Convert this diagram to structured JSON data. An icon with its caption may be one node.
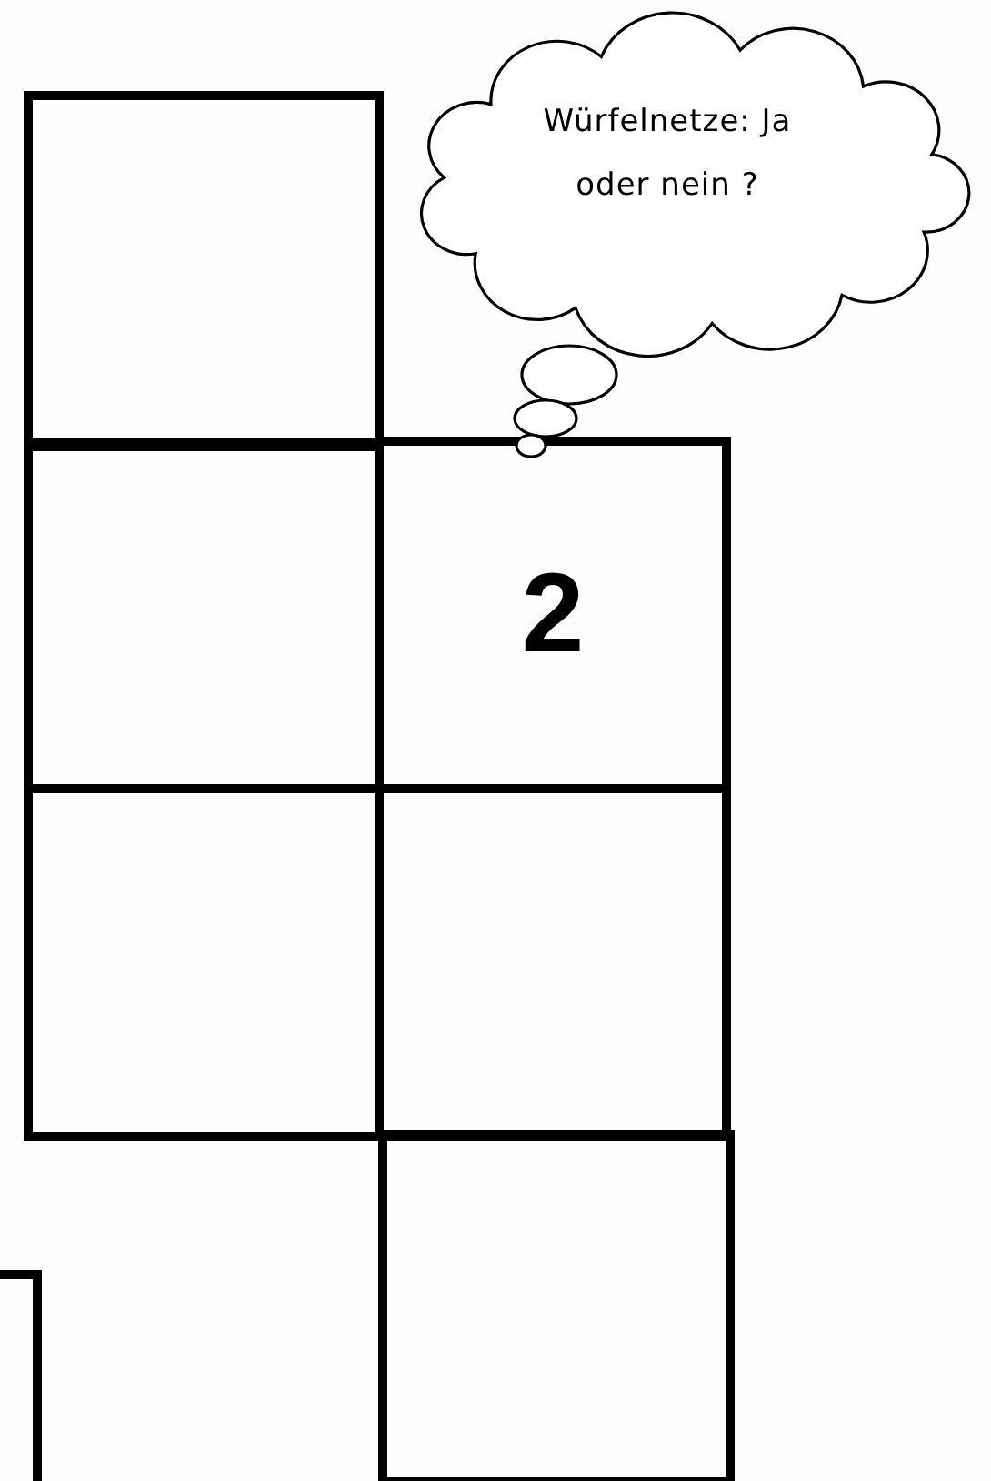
{
  "diagram": {
    "nodes": [
      {
        "text": [
          "Würfelnetze: Ja oder nein ?"
        ]
      },
      {
        "text": [],
        "shape": "box"
      },
      {
        "text": [],
        "shape": "box"
      },
      {
        "text": [
          "2"
        ]
      },
      {
        "text": [],
        "shape": "box"
      },
      {
        "text": [],
        "shape": "box"
      },
      {
        "text": [],
        "shape": "box"
      },
      {
        "text": [],
        "shape": "box"
      }
    ]
  }
}
